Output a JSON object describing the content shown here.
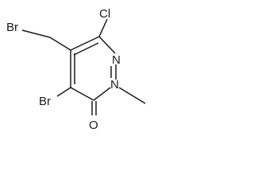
{
  "molecule": {
    "atoms": {
      "br_methyl": "Br",
      "cl": "Cl",
      "n_ring": "N",
      "n_methyl": "N",
      "br_ring": "Br",
      "o": "O"
    }
  }
}
